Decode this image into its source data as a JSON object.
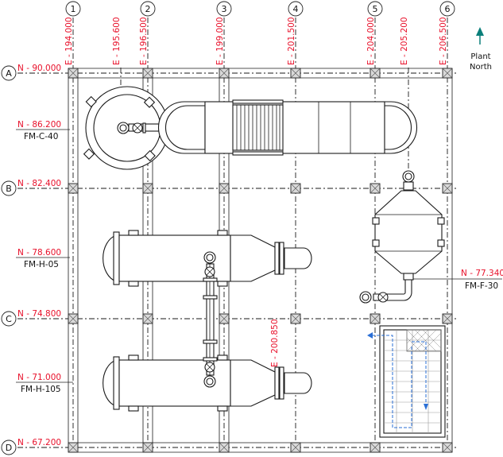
{
  "columns": [
    {
      "id": "1",
      "label": "1"
    },
    {
      "id": "2",
      "label": "2"
    },
    {
      "id": "3",
      "label": "3"
    },
    {
      "id": "4",
      "label": "4"
    },
    {
      "id": "5",
      "label": "5"
    },
    {
      "id": "6",
      "label": "6"
    }
  ],
  "rows": [
    {
      "id": "A",
      "label": "A",
      "northing": "N - 90.000"
    },
    {
      "id": "B",
      "label": "B",
      "northing": "N - 82.400"
    },
    {
      "id": "C",
      "label": "C",
      "northing": "N - 74.800"
    },
    {
      "id": "D",
      "label": "D",
      "northing": "N - 67.200"
    }
  ],
  "eastings": [
    "E - 194.000",
    "E - 195.600",
    "E - 196.500",
    "E - 199.000",
    "E - 201.500",
    "E - 204.000",
    "E - 205.200",
    "E - 206.500"
  ],
  "inline_easting": "E - 200.850",
  "north_arrow": {
    "line1": "Plant",
    "line2": "North",
    "color": "#0a7f7a"
  },
  "equipment": [
    {
      "id": "c40",
      "coord": "N - 86.200",
      "tag": "FM-C-40"
    },
    {
      "id": "h05",
      "coord": "N - 78.600",
      "tag": "FM-H-05"
    },
    {
      "id": "h105",
      "coord": "N - 71.000",
      "tag": "FM-H-105"
    },
    {
      "id": "f30",
      "coord": "N - 77.340",
      "tag": "FM-F-30"
    }
  ],
  "colors": {
    "coordinate": "#e8102a",
    "arrow": "#0a7f7a",
    "flow": "#2a6fd6"
  }
}
